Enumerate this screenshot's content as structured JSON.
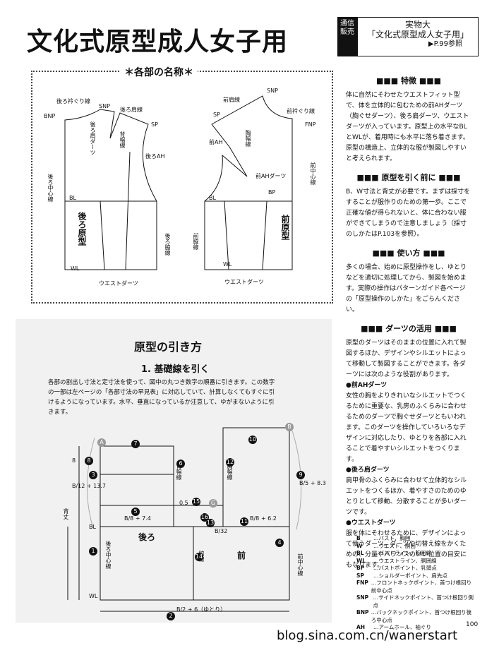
{
  "title": "文化式原型成人女子用",
  "badge": {
    "tag": "通信販売",
    "line1": "実物大",
    "line2": "「文化式原型成人女子用」",
    "ref": "▶P.99参照"
  },
  "names": {
    "title": "＊各部の名称＊",
    "back": {
      "label_line": "後ろ衿ぐり線",
      "snp": "SNP",
      "shoulder": "後ろ肩線",
      "bnp": "BNP",
      "sp": "SP",
      "dart": "後ろ肩ダーツ",
      "width": "背幅線",
      "ah": "後ろAH",
      "center": "後ろ中心線",
      "bl": "BL",
      "name": "後ろ原型",
      "side": "後ろ脇線",
      "wl": "WL",
      "waist": "ウエストダーツ"
    },
    "front": {
      "snp": "SNP",
      "shoulder": "前肩線",
      "sp": "SP",
      "neck": "前衿ぐり線",
      "fnp": "FNP",
      "chest": "胸幅線",
      "ah": "前AH",
      "ahdart": "前AHダーツ",
      "center": "前中心線",
      "bp": "BP",
      "bl": "BL",
      "name": "前原型",
      "side": "前脇線",
      "wl": "WL",
      "waist": "ウエストダーツ"
    }
  },
  "side": {
    "s1": {
      "h": "■■■ 特徴 ■■■",
      "p": "体に自然にそわせたウエストフィット型で、体を立体的に包むための前AHダーツ（胸ぐせダーツ）、後ろ肩ダーツ、ウエストダーツが入っています。原型上の水平なBLとWLが、着用時にも水平に落ち着きます。原型の構造上、立体的な服が製図しやすいと考えられます。"
    },
    "s2": {
      "h": "■■■ 原型を引く前に ■■■",
      "p": "B、W寸法と背丈が必要です。まずは採寸をすることが服作りのための第一歩。ここで正確な値が得られないと、体に合わない服ができてしまうので注意しましょう（採寸のしかたはP.103を参照）。"
    },
    "s3": {
      "h": "■■■ 使い方 ■■■",
      "p": "多くの場合、始めに原型操作をし、ゆとりなどを適切に処理してから、製図を始めます。実際の操作はパターンガイド各ページの「原型操作のしかた」をごらんください。"
    },
    "s4": {
      "h": "■■■ ダーツの活用 ■■■",
      "p": "原型のダーツはそのままの位置に入れて製図するほか、デザインやシルエットによって移動して製図することができます。各ダーツには次のような役割があります。",
      "b1": "●前AHダーツ",
      "p1": "女性の胸をよりきれいなシルエットでつくるために重要な、乳房のふくらみに合わせるためのダーツで胸ぐせダーツともいわれます。このダーツを操作していろいろなデザインに対応したり、ゆとりを各部に入れることで着やすいシルエットをつくります。",
      "b2": "●後ろ肩ダーツ",
      "p2": "肩甲骨のふくらみに合わせて立体的なシルエットをつくるほか、着やすさのためのゆとりとして移動、分散することが多いダーツです。",
      "b3": "●ウエストダーツ",
      "p3": "服を体にそわせるために、デザインによって使うダーツ。ダーツや切替え線をかくための、分量やバランスのいい位置の目安にもなります。"
    }
  },
  "lower": {
    "heading": "原型の引き方",
    "sub": "1. 基礎線を引く",
    "para": "各部の割出し寸法と定寸法を使って、図中の丸つき数字の順番に引きます。この数字の一部は左ページの「各部寸法の早見表」に対応していて、計算しなくてもすぐに引けるようになっています。水平、垂直になっているか注意して、ゆがまないように引きます。",
    "labels": {
      "back_width": "背幅線",
      "chest": "胸幅線",
      "bl": "BL",
      "wl": "WL",
      "back_len": "背丈",
      "back_center": "後ろ中心線",
      "back": "後ろ",
      "side": "脇線",
      "front": "前",
      "front_center": "前中心線",
      "v8": "8",
      "f1": "B/12 + 13.7",
      "f2": "B/8 + 7.4",
      "f3": "B/8 + 6.2",
      "f4": "B/5 + 8.3",
      "f5": "B/32",
      "f6": "0.5",
      "bottom": "B/2 + 6（ゆとり）"
    },
    "circles": [
      "A",
      "1",
      "2",
      "3",
      "4",
      "5",
      "6",
      "7",
      "8",
      "9",
      "10",
      "11",
      "12",
      "13",
      "14",
      "15",
      "16",
      "B",
      "G"
    ]
  },
  "legend": [
    {
      "k": "B",
      "v": "…バスト、胸囲"
    },
    {
      "k": "W",
      "v": "…ウエスト、胴囲"
    },
    {
      "k": "BL",
      "v": "…バストライン、胸囲線"
    },
    {
      "k": "WL",
      "v": "…ウエストライン、胴囲線"
    },
    {
      "k": "BP",
      "v": "…バストポイント、乳頭点"
    },
    {
      "k": "SP",
      "v": "…ショルダーポイント、肩先点"
    },
    {
      "k": "FNP",
      "v": "…フロントネックポイント、首つけ根回り前中心点"
    },
    {
      "k": "SNP",
      "v": "…サイドネックポイント、首つけ根回り側点"
    },
    {
      "k": "BNP",
      "v": "…バックネックポイント、首つけ根回り後ろ中心点"
    },
    {
      "k": "AH",
      "v": "…アームホール、袖ぐり"
    }
  ],
  "page_no": "100",
  "footer": "blog.sina.com.cn/wanerstart"
}
